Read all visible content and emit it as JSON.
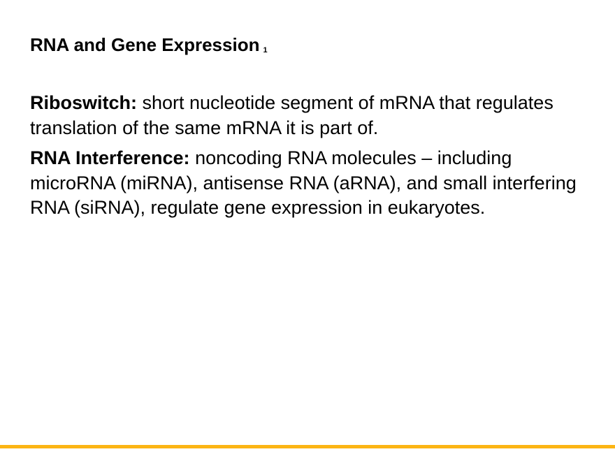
{
  "slide": {
    "title": "RNA and Gene Expression",
    "title_superscript": "1",
    "paragraphs": [
      {
        "term": "Riboswitch:",
        "definition": " short nucleotide segment of mRNA that regulates translation of the same mRNA it is part of."
      },
      {
        "term": "RNA Interference:",
        "definition": " noncoding RNA molecules – including microRNA (miRNA), antisense RNA (aRNA), and small interfering RNA (siRNA), regulate gene expression in eukaryotes."
      }
    ],
    "footer_rule_color": "#fcb514"
  }
}
